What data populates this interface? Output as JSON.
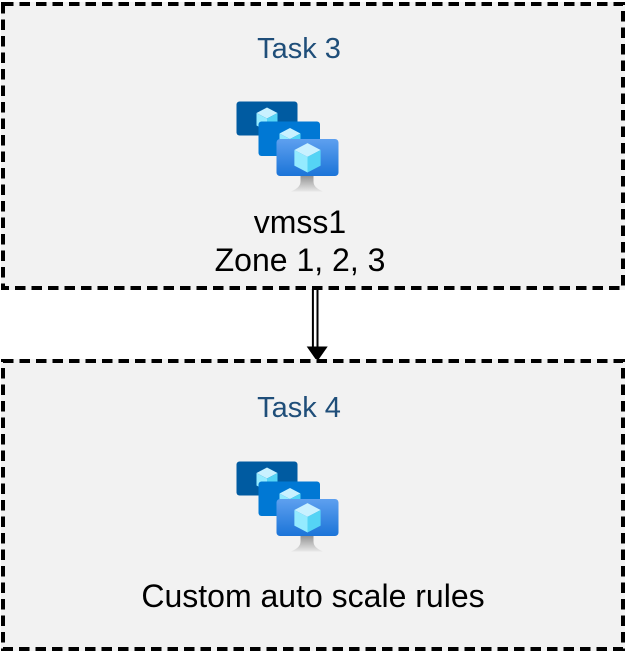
{
  "diagram": {
    "boxes": [
      {
        "title": "Task 3",
        "icon": "vm-scale-set-icon",
        "lines": [
          "vmss1",
          "Zone 1, 2, 3"
        ]
      },
      {
        "title": "Task 4",
        "icon": "vm-scale-set-icon",
        "lines": [
          "Custom auto scale rules"
        ]
      }
    ],
    "connector": {
      "type": "double-line-arrow",
      "direction": "down"
    }
  },
  "colors": {
    "page_bg": "#ffffff",
    "box_bg": "#f2f2f2",
    "box_border": "#000000",
    "title_text": "#1f4e79",
    "body_text": "#000000",
    "arrow": "#000000",
    "screen_back": "#005ba1",
    "screen_mid": "#0078d4",
    "screen_front_top": "#5ea0ef",
    "screen_front_bottom": "#1b74d8",
    "cube_top": "#c9f1ff",
    "cube_left": "#94ebff",
    "cube_right": "#55d4f5",
    "stand_top": "#8f8f8f",
    "stand_bottom": "#e8e8e8"
  }
}
